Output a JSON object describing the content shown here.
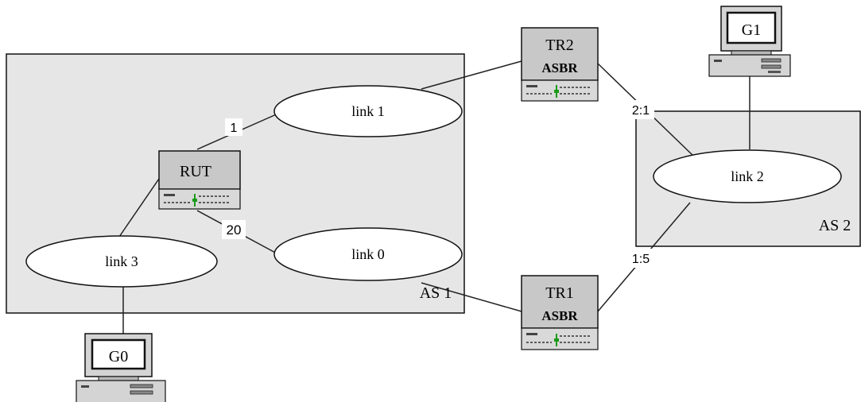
{
  "areas": {
    "as1": {
      "label": "AS 1"
    },
    "as2": {
      "label": "AS 2"
    }
  },
  "links": {
    "link0": {
      "label": "link 0"
    },
    "link1": {
      "label": "link 1"
    },
    "link2": {
      "label": "link 2"
    },
    "link3": {
      "label": "link 3"
    }
  },
  "routers": {
    "rut": {
      "name": "RUT"
    },
    "tr1": {
      "name": "TR1",
      "role": "ASBR"
    },
    "tr2": {
      "name": "TR2",
      "role": "ASBR"
    }
  },
  "hosts": {
    "g0": {
      "name": "G0"
    },
    "g1": {
      "name": "G1"
    }
  },
  "costs": {
    "rut_link1": "1",
    "rut_link0": "20",
    "tr2_link2": "2:1",
    "tr1_link2": "1:5"
  }
}
